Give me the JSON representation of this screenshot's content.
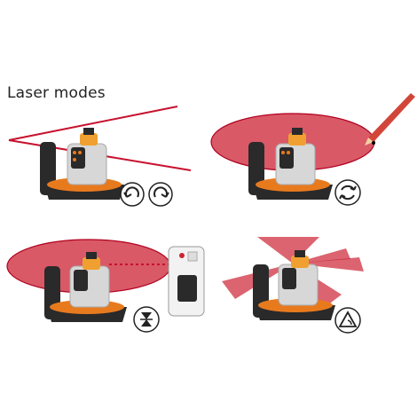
{
  "title": "Laser modes",
  "colors": {
    "laser": "#c8102e",
    "laser_fill": "#cc2233",
    "device_body": "#d7d7d7",
    "device_dark": "#2a2a2a",
    "base_orange": "#e87a1e",
    "cap_orange": "#f0a030",
    "pencil": "#d2463a",
    "detector": "#f2f2f2"
  },
  "modes": [
    {
      "id": "scan",
      "icon": "scan-left-right-icon"
    },
    {
      "id": "rotation",
      "icon": "rotation-circle-icon"
    },
    {
      "id": "receiver",
      "icon": "hourglass-receiver-icon"
    },
    {
      "id": "multi-sector",
      "icon": "triangle-rotate-icon"
    }
  ]
}
